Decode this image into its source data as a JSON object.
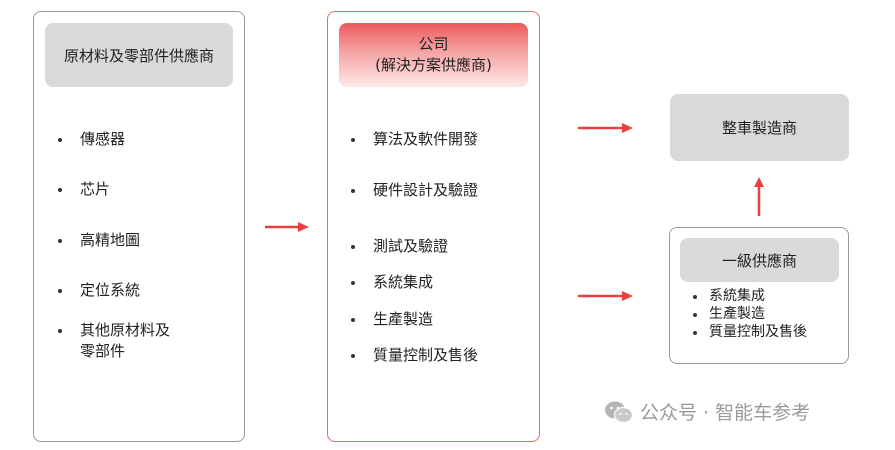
{
  "suppliers": {
    "header": "原材料及零部件供應商",
    "items": [
      "傳感器",
      "芯片",
      "高精地圖",
      "定位系統",
      "其他原材料及",
      "零部件"
    ]
  },
  "company": {
    "header_line1": "公司",
    "header_line2": "(解決方案供應商)",
    "items": [
      "算法及軟件開發",
      "硬件設計及驗證",
      "測試及驗證",
      "系統集成",
      "生產製造",
      "質量控制及售後"
    ]
  },
  "oem": {
    "label": "整車製造商"
  },
  "tier1": {
    "header": "一級供應商",
    "items": [
      "系統集成",
      "生產製造",
      "質量控制及售後"
    ]
  },
  "watermark": {
    "text": "公众号 · 智能车参考",
    "icon": "wechat-icon"
  },
  "colors": {
    "arrow": "#e84040",
    "company_border": "#e07070",
    "box_gray": "#d9d9d9"
  }
}
